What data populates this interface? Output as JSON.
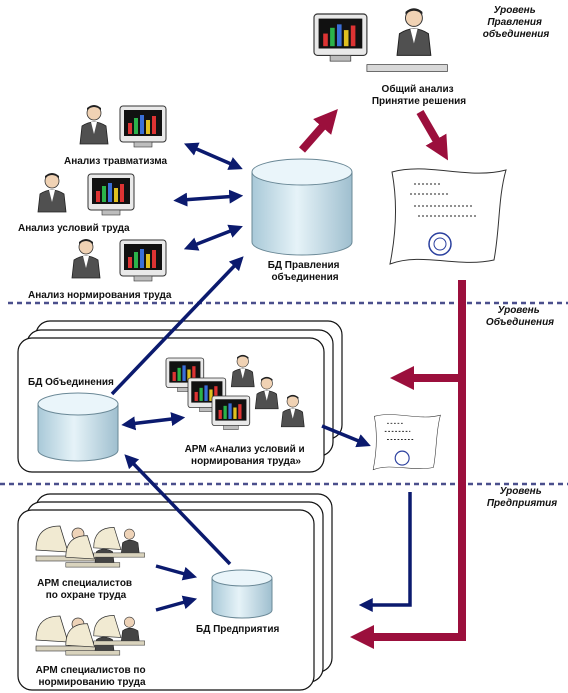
{
  "colors": {
    "maroon": "#9b0f3c",
    "navy": "#0b1a6e",
    "divider": "#4a4f8c",
    "db_fill": "#cfe4ee"
  },
  "levels": {
    "top": [
      "Уровень",
      "Правления",
      "объединения"
    ],
    "middle": [
      "Уровень",
      "Объединения"
    ],
    "bottom": [
      "Уровень",
      "Предприятия"
    ]
  },
  "top": {
    "decision": [
      "Общий анализ",
      "Принятие решения"
    ],
    "analyses": [
      "Анализ травматизма",
      "Анализ условий труда",
      "Анализ нормирования труда"
    ],
    "db": [
      "БД Правления",
      "объединения"
    ]
  },
  "middle": {
    "db": "БД Объединения",
    "arm": [
      "АРМ «Анализ условий и",
      "нормирования труда»"
    ]
  },
  "bottom": {
    "arm_safety": [
      "АРМ специалистов",
      "по охране труда"
    ],
    "arm_norm": [
      "АРМ специалистов по",
      "нормированию труда"
    ],
    "db": "БД Предприятия"
  }
}
